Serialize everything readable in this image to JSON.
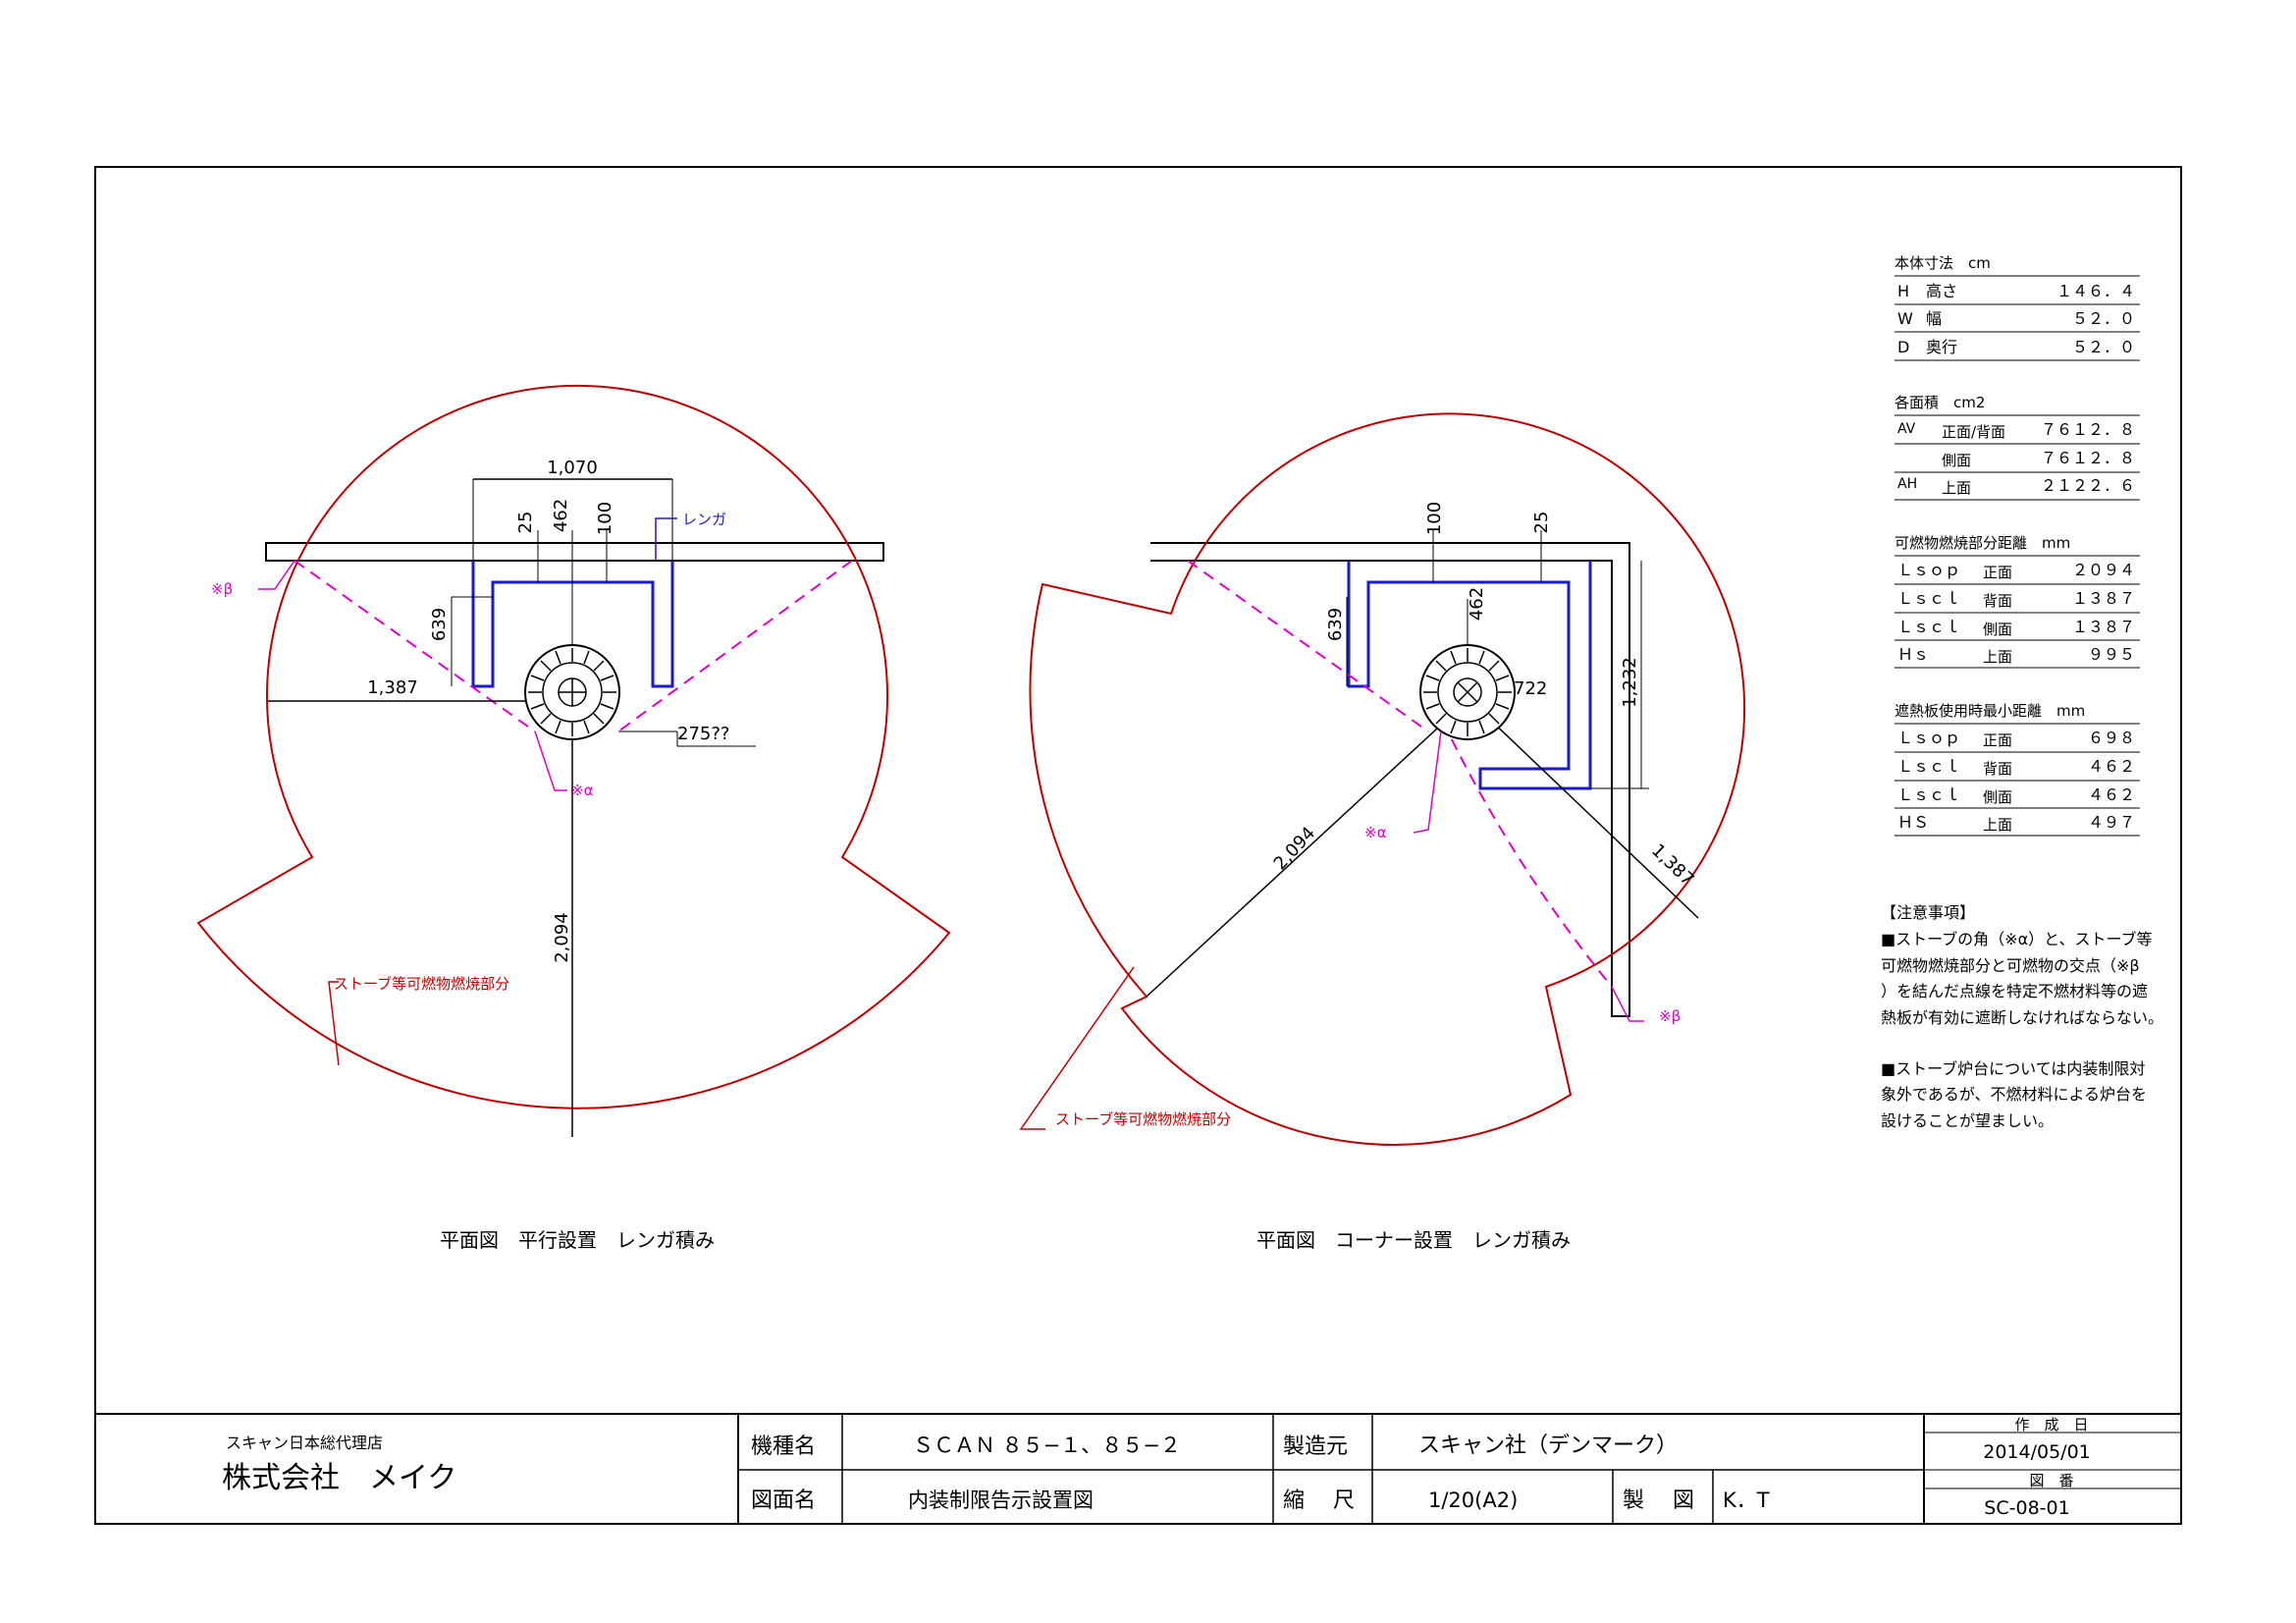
{
  "spec": {
    "body": {
      "title": "本体寸法　cm",
      "rows": [
        {
          "code": "H",
          "label": "高さ",
          "value": "１４６．４"
        },
        {
          "code": "W",
          "label": "幅",
          "value": "５２．０"
        },
        {
          "code": "D",
          "label": "奥行",
          "value": "５２．０"
        }
      ]
    },
    "area": {
      "title": "各面積　cm2",
      "rows": [
        {
          "code": "AV",
          "label": "正面/背面",
          "value": "７６１２．８"
        },
        {
          "code": "",
          "label": "側面",
          "value": "７６１２．８"
        },
        {
          "code": "AH",
          "label": "上面",
          "value": "２１２２．６"
        }
      ]
    },
    "distance": {
      "title": "可燃物燃焼部分距離　mm",
      "rows": [
        {
          "code": "Ｌｓｏｐ",
          "label": "正面",
          "value": "２０９４"
        },
        {
          "code": "Ｌｓｃｌ",
          "label": "背面",
          "value": "１３８７"
        },
        {
          "code": "Ｌｓｃｌ",
          "label": "側面",
          "value": "１３８７"
        },
        {
          "code": "Ｈｓ",
          "label": "上面",
          "value": "９９５"
        }
      ]
    },
    "shield": {
      "title": "遮熱板使用時最小距離　mm",
      "rows": [
        {
          "code": "Ｌｓｏｐ",
          "label": "正面",
          "value": "６９８"
        },
        {
          "code": "Ｌｓｃｌ",
          "label": "背面",
          "value": "４６２"
        },
        {
          "code": "Ｌｓｃｌ",
          "label": "側面",
          "value": "４６２"
        },
        {
          "code": "ＨＳ",
          "label": "上面",
          "value": "４９７"
        }
      ]
    }
  },
  "notes": {
    "title": "【注意事項】",
    "lines": [
      "■ストーブの角（※α）と、ストーブ等",
      "可燃物燃焼部分と可燃物の交点（※β",
      "）を結んだ点線を特定不燃材料等の遮",
      "熱板が有効に遮断しなければならない。",
      "",
      "■ストーブ炉台については内装制限対",
      "象外であるが、不燃材料による炉台を",
      "設けることが望ましい。"
    ]
  },
  "left_plan": {
    "caption": "平面図　平行設置　レンガ積み",
    "dim_width": "1,070",
    "dim_25": "25",
    "dim_462": "462",
    "dim_100": "100",
    "dim_639": "639",
    "dim_side": "1,387",
    "dim_front": "2,094",
    "dim_275": "275??",
    "brick_label": "レンガ",
    "alpha": "※α",
    "beta": "※β",
    "zone_label": "ストーブ等可燃物燃焼部分"
  },
  "right_plan": {
    "caption": "平面図　コーナー設置　レンガ積み",
    "dim_100": "100",
    "dim_25": "25",
    "dim_462": "462",
    "dim_639": "639",
    "dim_722": "722",
    "dim_1232": "1,232",
    "dim_front": "2,094",
    "dim_side": "1,387",
    "alpha": "※α",
    "beta": "※β",
    "zone_label": "ストーブ等可燃物燃焼部分"
  },
  "titleblock": {
    "agent": "スキャン日本総代理店",
    "company": "株式会社　メイク",
    "model_label": "機種名",
    "model_value": "ＳＣＡＮ ８５−１、８５−２",
    "maker_label": "製造元",
    "maker_value": "スキャン社（デンマーク）",
    "drawing_label": "図面名",
    "drawing_value": "内装制限告示設置図",
    "scale_label": "縮　 尺",
    "scale_value": "1/20(A2)",
    "drafter_label": "製　 図",
    "drafter_value": "K．T",
    "date_label": "作　成　日",
    "date_value": "2014/05/01",
    "number_label": "図　番",
    "number_value": "SC-08-01"
  }
}
